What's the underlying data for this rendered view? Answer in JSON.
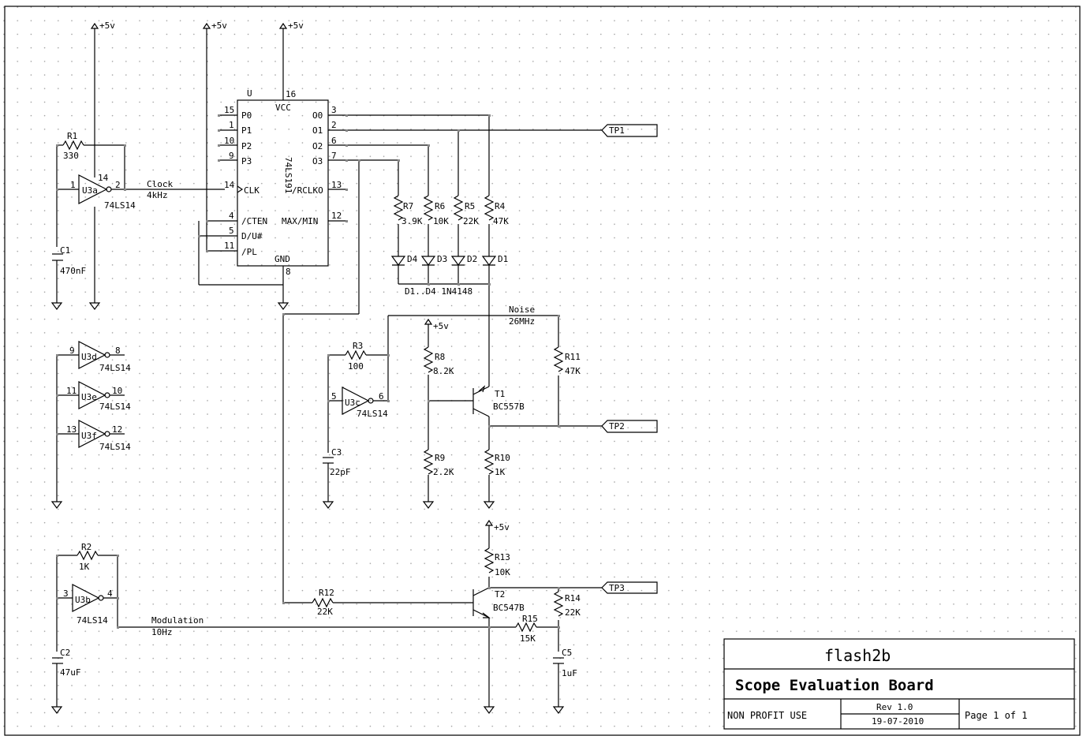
{
  "title_block": {
    "project": "flash2b",
    "title": "Scope Evaluation Board",
    "license": "NON PROFIT USE",
    "revision": "Rev 1.0",
    "date": "19-07-2010",
    "page": "Page 1 of 1"
  },
  "power_label": "+5v",
  "counter": {
    "ref": "U",
    "part": "74LS191",
    "pins_left": [
      {
        "num": "15",
        "name": "P0"
      },
      {
        "num": "1",
        "name": "P1"
      },
      {
        "num": "10",
        "name": "P2"
      },
      {
        "num": "9",
        "name": "P3"
      },
      {
        "num": "14",
        "name": "CLK"
      },
      {
        "num": "4",
        "name": "/CTEN"
      },
      {
        "num": "5",
        "name": "D/U#"
      },
      {
        "num": "11",
        "name": "/PL"
      }
    ],
    "pins_right": [
      {
        "num": "3",
        "name": "O0"
      },
      {
        "num": "2",
        "name": "O1"
      },
      {
        "num": "6",
        "name": "O2"
      },
      {
        "num": "7",
        "name": "O3"
      },
      {
        "num": "13",
        "name": "/RCLKO"
      },
      {
        "num": "12",
        "name": "MAX/MIN"
      }
    ],
    "vcc": {
      "num": "16",
      "name": "VCC"
    },
    "gnd": {
      "num": "8",
      "name": "GND"
    }
  },
  "gates": [
    {
      "ref": "U3a",
      "part": "74LS14",
      "in_pin": "1",
      "out_pin": "2"
    },
    {
      "ref": "U3d",
      "part": "74LS14",
      "in_pin": "9",
      "out_pin": "8"
    },
    {
      "ref": "U3e",
      "part": "74LS14",
      "in_pin": "11",
      "out_pin": "10"
    },
    {
      "ref": "U3f",
      "part": "74LS14",
      "in_pin": "13",
      "out_pin": "12"
    },
    {
      "ref": "U3c",
      "part": "74LS14",
      "in_pin": "5",
      "out_pin": "6"
    },
    {
      "ref": "U3b",
      "part": "74LS14",
      "in_pin": "3",
      "out_pin": "4"
    }
  ],
  "gate_vcc_pin": "14",
  "resistors": [
    {
      "ref": "R1",
      "value": "330"
    },
    {
      "ref": "R2",
      "value": "1K"
    },
    {
      "ref": "R3",
      "value": "100"
    },
    {
      "ref": "R4",
      "value": "47K"
    },
    {
      "ref": "R5",
      "value": "22K"
    },
    {
      "ref": "R6",
      "value": "10K"
    },
    {
      "ref": "R7",
      "value": "3.9K"
    },
    {
      "ref": "R8",
      "value": "8.2K"
    },
    {
      "ref": "R9",
      "value": "2.2K"
    },
    {
      "ref": "R10",
      "value": "1K"
    },
    {
      "ref": "R11",
      "value": "47K"
    },
    {
      "ref": "R12",
      "value": "22K"
    },
    {
      "ref": "R13",
      "value": "10K"
    },
    {
      "ref": "R14",
      "value": "22K"
    },
    {
      "ref": "R15",
      "value": "15K"
    }
  ],
  "capacitors": [
    {
      "ref": "C1",
      "value": "470nF"
    },
    {
      "ref": "C2",
      "value": "47uF"
    },
    {
      "ref": "C3",
      "value": "22pF"
    },
    {
      "ref": "C5",
      "value": "1uF"
    }
  ],
  "diodes": {
    "refs": [
      "D4",
      "D3",
      "D2",
      "D1"
    ],
    "note": "D1..D4 1N4148"
  },
  "transistors": [
    {
      "ref": "T1",
      "part": "BC557B"
    },
    {
      "ref": "T2",
      "part": "BC547B"
    }
  ],
  "testpoints": [
    "TP1",
    "TP2",
    "TP3"
  ],
  "nets": {
    "clock": "Clock",
    "clock_freq": "4kHz",
    "noise": "Noise",
    "noise_freq": "26MHz",
    "modulation": "Modulation",
    "modulation_freq": "10Hz"
  }
}
